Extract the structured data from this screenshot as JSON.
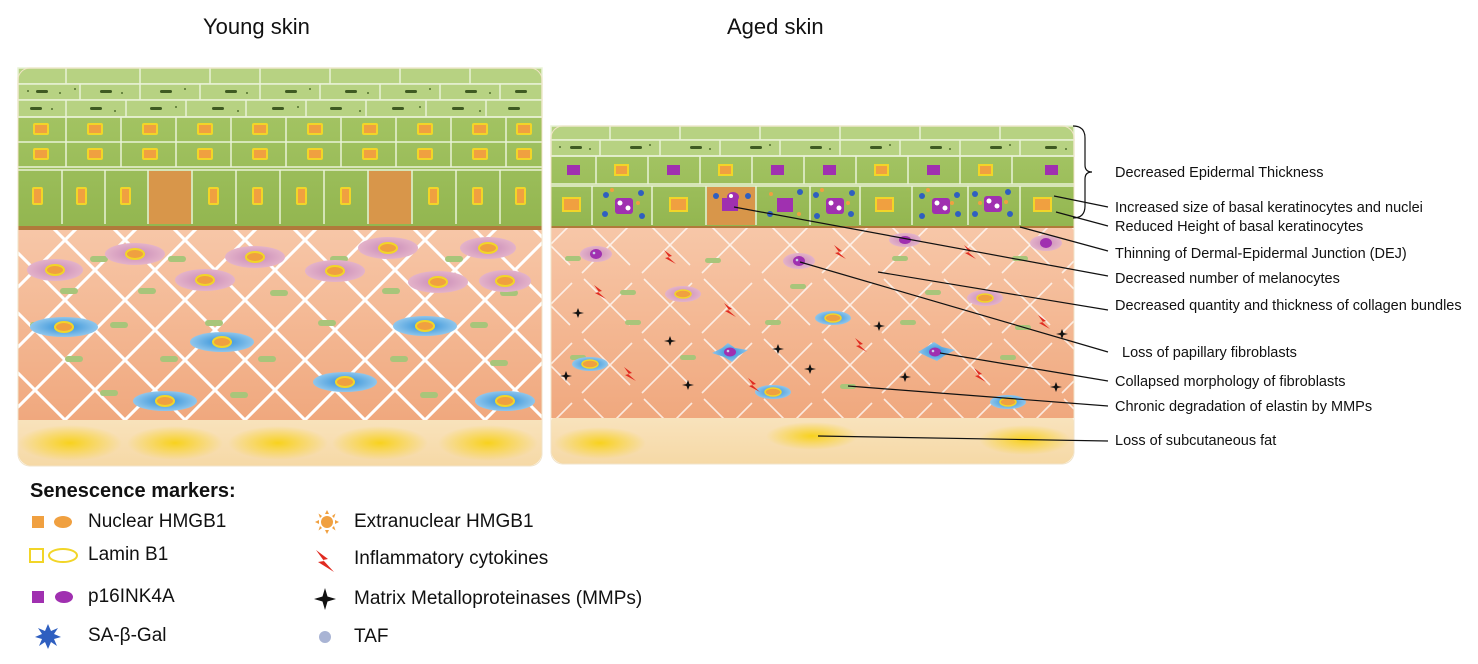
{
  "titles": {
    "young": "Young skin",
    "aged": "Aged skin"
  },
  "annotations": [
    "Decreased Epidermal Thickness",
    "Increased size of basal keratinocytes and nuclei",
    "Reduced Height of basal keratinocytes",
    "Thinning of Dermal-Epidermal Junction (DEJ)",
    "Decreased number of melanocytes",
    "Decreased quantity and thickness of collagen bundles",
    "Loss of papillary fibroblasts",
    "Collapsed morphology of fibroblasts",
    "Chronic degradation of elastin by MMPs",
    "Loss of subcutaneous fat"
  ],
  "legend": {
    "heading": "Senescence markers:",
    "items": [
      {
        "label": "Nuclear HMGB1",
        "icon": "nuclear-hmgb1-icon",
        "color": "#f0a040"
      },
      {
        "label": "Lamin B1",
        "icon": "lamin-b1-icon",
        "color": "#f2d528"
      },
      {
        "label": "p16INK4A",
        "icon": "p16ink4a-icon",
        "color": "#a030b0"
      },
      {
        "label": "SA-β-Gal",
        "icon": "sa-beta-gal-icon",
        "color": "#2f5fc0"
      },
      {
        "label": "Extranuclear HMGB1",
        "icon": "extranuclear-hmgb1-icon",
        "color": "#f0a040"
      },
      {
        "label": "Inflammatory cytokines",
        "icon": "lightning-icon",
        "color": "#e02a20"
      },
      {
        "label": "Matrix Metalloproteinases (MMPs)",
        "icon": "star-icon",
        "color": "#111111"
      },
      {
        "label": "TAF",
        "icon": "taf-dot-icon",
        "color": "#a9b4d4"
      }
    ]
  }
}
